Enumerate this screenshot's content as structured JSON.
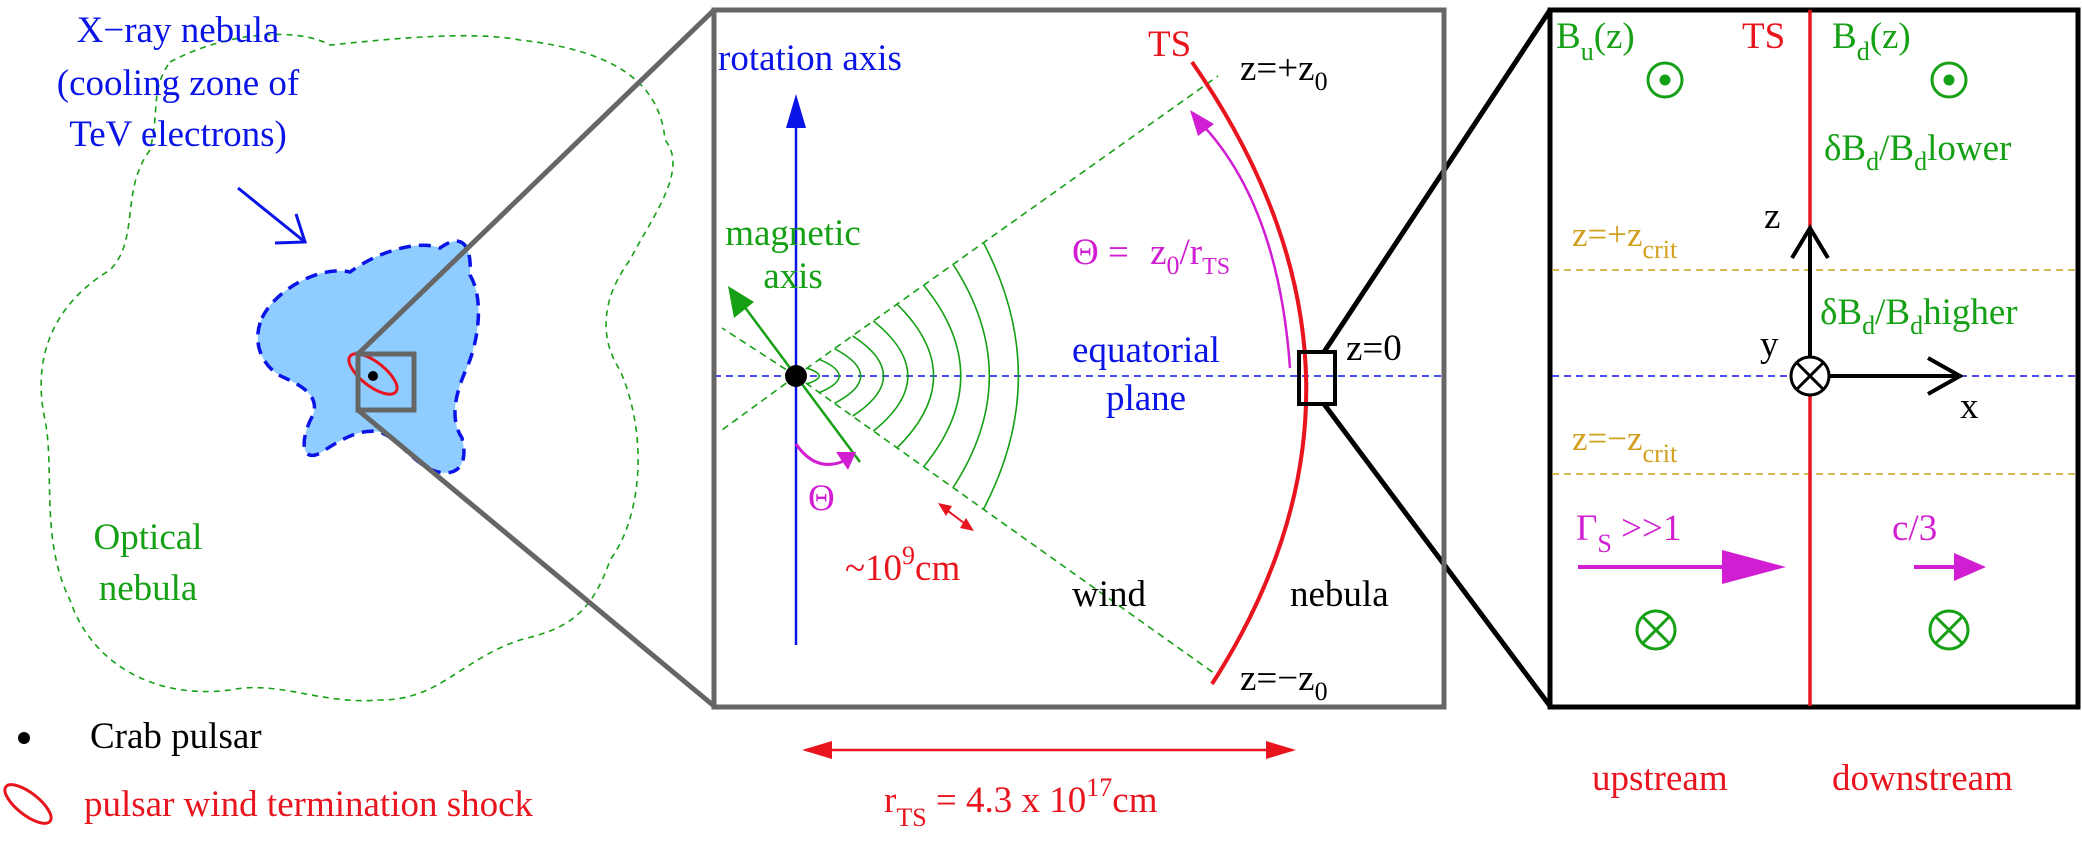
{
  "colors": {
    "blue": "#0a14e6",
    "green": "#16a016",
    "red": "#e8141e",
    "magenta": "#d21ed2",
    "orange": "#d2a01e",
    "grey": "#666666",
    "light_blue": "#8fccff",
    "black": "#000000"
  },
  "left": {
    "xray_line1": "X−ray nebula",
    "xray_line2": "(cooling zone of",
    "xray_line3": "TeV electrons)",
    "optical_line1": "Optical",
    "optical_line2": "nebula"
  },
  "legend": {
    "pulsar": "Crab pulsar",
    "shock": "pulsar wind termination shock"
  },
  "middle": {
    "rotation_axis": "rotation axis",
    "magnetic_line1": "magnetic",
    "magnetic_line2": "axis",
    "ts": "TS",
    "z_plus_prefix": "z=+z",
    "z_minus_prefix": "z=−z",
    "z_sub": "0",
    "z_zero": "z=0",
    "theta_eq_lhs": "Θ = ",
    "theta_eq_z": "z",
    "theta_eq_sub0": "0",
    "theta_eq_slash_r": "/r",
    "theta_eq_subts": "TS",
    "equatorial_line1": "equatorial",
    "equatorial_line2": "plane",
    "theta_symbol": "Θ",
    "wavelength_prefix": "~10",
    "wavelength_exp": "9",
    "wavelength_unit": "cm",
    "wind": "wind",
    "nebula": "nebula"
  },
  "radius": {
    "r": "r",
    "sub": "TS",
    "value_prefix": " = 4.3 x 10",
    "exp": "17",
    "unit": "cm"
  },
  "right": {
    "bu_B": "B",
    "bu_sub": "u",
    "bu_z": "(z)",
    "ts": "TS",
    "bd_B": "B",
    "bd_sub": "d",
    "bd_z": "(z)",
    "lower_dB": "δB",
    "lower_sub1": "d",
    "lower_slashB": "/B",
    "lower_sub2": "d",
    "lower_word": "lower",
    "higher_dB": "δB",
    "higher_sub1": "d",
    "higher_slashB": "/B",
    "higher_sub2": "d",
    "higher_word": "higher",
    "zcrit_plus": "z=+z",
    "zcrit_minus": "z=−z",
    "zcrit_sub": "crit",
    "axis_z": "z",
    "axis_y": "y",
    "axis_x": "x",
    "gamma": "Γ",
    "gamma_sub": "S",
    "gamma_rel": " >>1",
    "c3": "c/3",
    "upstream": "upstream",
    "downstream": "downstream"
  }
}
